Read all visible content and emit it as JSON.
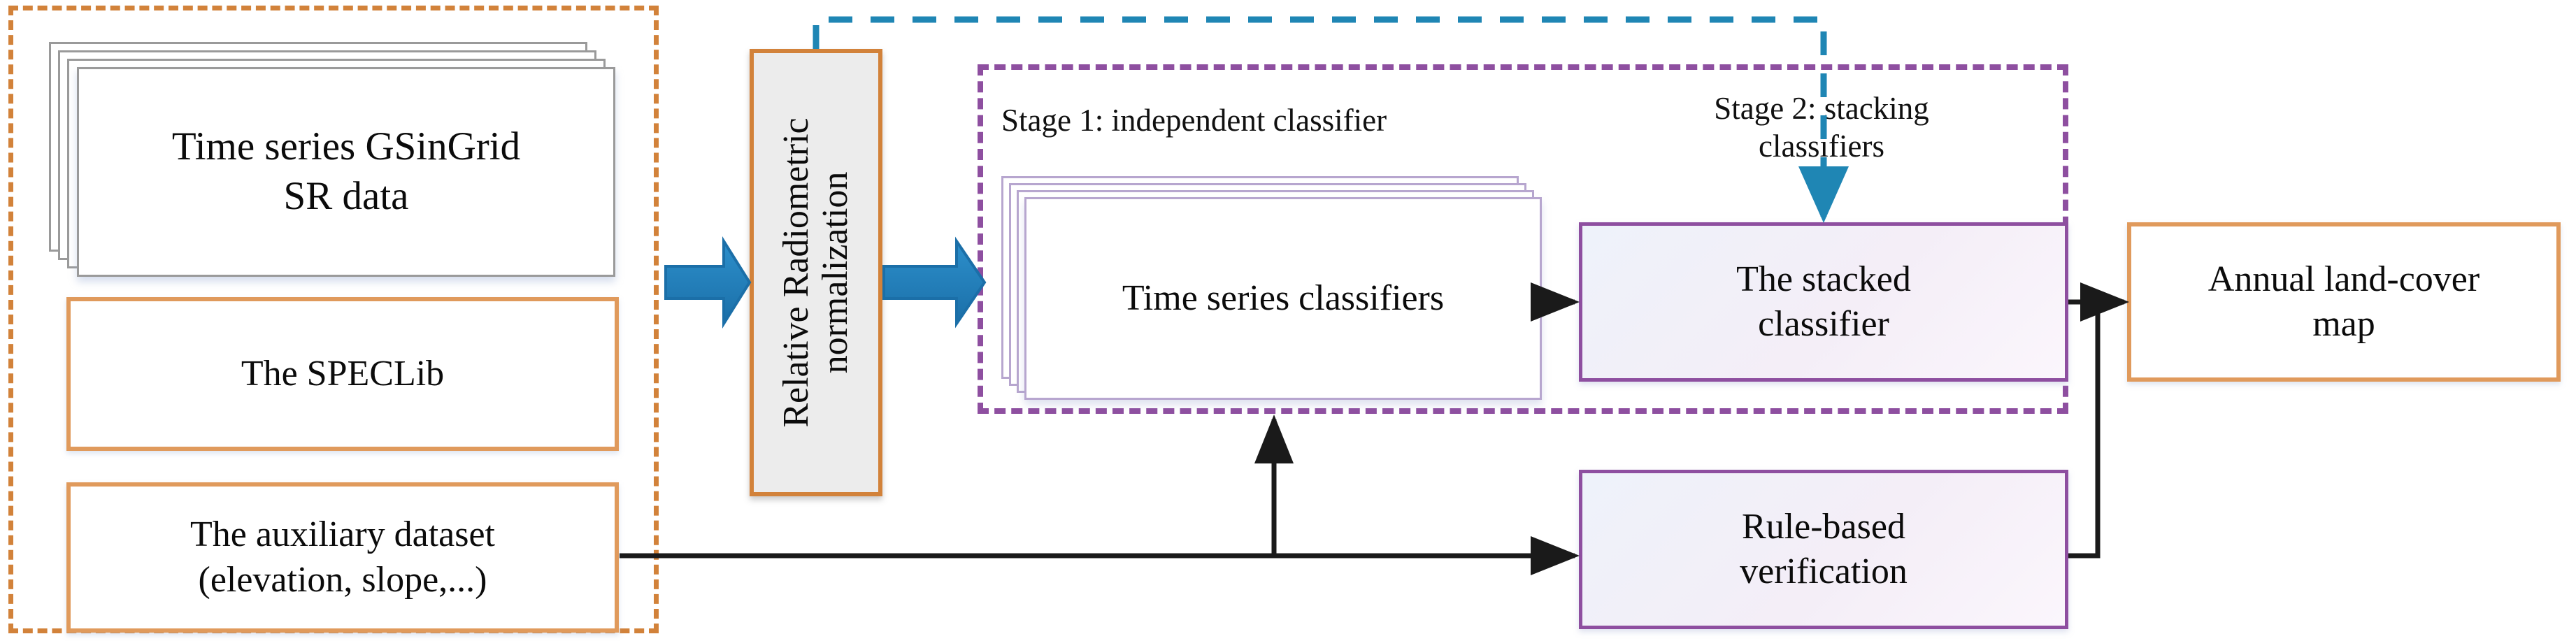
{
  "diagram": {
    "title": "Time series GSinGrid land-cover classification workflow",
    "colors": {
      "orange_dashed": "#D2823A",
      "orange_solid": "#E09A5C",
      "purple_dashed": "#8E4FA0",
      "purple_solid": "#8E4FA0",
      "blue_dashed": "#1F86B4",
      "blue_arrow": "#1F7FBF",
      "grey_fill": "#ECECEC",
      "black_connector": "#1a1a1a"
    },
    "input_group": {
      "name": "input-datasets-group",
      "boxes": [
        {
          "id": "time-series-data",
          "label_line1": "Time series  GSinGrid",
          "label_line2": "SR data",
          "style": "stacked-card"
        },
        {
          "id": "speclib",
          "label_line1": "The SPECLib",
          "label_line2": "",
          "style": "orange-box"
        },
        {
          "id": "auxiliary-dataset",
          "label_line1": "The auxiliary dataset",
          "label_line2": "(elevation, slope,...)",
          "style": "orange-box"
        }
      ]
    },
    "process": {
      "normalization": {
        "id": "relative-radiometric-normalization",
        "label_line1": "Relative Radiometric",
        "label_line2": "normalization",
        "orientation": "vertical"
      }
    },
    "stages": {
      "stage1": {
        "id": "stage-1",
        "label": "Stage 1: independent classifier"
      },
      "stage2": {
        "id": "stage-2",
        "label_line1": "Stage 2: stacking",
        "label_line2": "classifiers"
      }
    },
    "classifier_boxes": [
      {
        "id": "time-series-classifiers",
        "label_line1": "Time series classifiers",
        "label_line2": "",
        "style": "stacked-card-purple"
      },
      {
        "id": "stacked-classifier",
        "label_line1": "The stacked",
        "label_line2": "classifier",
        "style": "purple-box"
      },
      {
        "id": "rule-based-verification",
        "label_line1": "Rule-based",
        "label_line2": "verification",
        "style": "purple-box"
      }
    ],
    "output": {
      "id": "annual-land-cover-map",
      "label_line1": "Annual land-cover",
      "label_line2": "map",
      "style": "orange-box"
    },
    "connectors": [
      {
        "id": "arrow-data-to-normalization",
        "kind": "block-arrow",
        "color": "#1F7FBF",
        "from": "input-datasets-group",
        "to": "relative-radiometric-normalization"
      },
      {
        "id": "arrow-normalization-to-classifiers",
        "kind": "block-arrow",
        "color": "#1F7FBF",
        "from": "relative-radiometric-normalization",
        "to": "time-series-classifiers"
      },
      {
        "id": "arrow-classifiers-to-stacked",
        "kind": "line-arrow",
        "color": "#1a1a1a",
        "from": "time-series-classifiers",
        "to": "stacked-classifier"
      },
      {
        "id": "arrow-auxiliary-to-classifiers",
        "kind": "line-arrow",
        "color": "#1a1a1a",
        "from": "auxiliary-dataset",
        "to": "time-series-classifiers"
      },
      {
        "id": "arrow-auxiliary-to-verification",
        "kind": "line-arrow",
        "color": "#1a1a1a",
        "from": "auxiliary-dataset",
        "to": "rule-based-verification"
      },
      {
        "id": "arrow-stacked-to-output",
        "kind": "line-arrow",
        "color": "#1a1a1a",
        "from": "stacked-classifier",
        "to": "annual-land-cover-map"
      },
      {
        "id": "arrow-verification-to-output",
        "kind": "line-arrow",
        "color": "#1a1a1a",
        "from": "rule-based-verification",
        "to": "annual-land-cover-map"
      },
      {
        "id": "dashed-normalization-to-stage2",
        "kind": "dashed-arrow",
        "color": "#1F86B4",
        "from": "relative-radiometric-normalization",
        "to": "stacked-classifier"
      }
    ]
  }
}
